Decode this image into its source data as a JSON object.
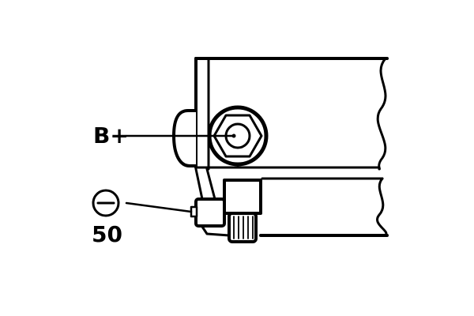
{
  "labels": {
    "positive_terminal": "B+",
    "terminal_50": "50",
    "ground_symbol": "minus-in-circle"
  },
  "colors": {
    "line": "#000000",
    "background": "#ffffff"
  }
}
